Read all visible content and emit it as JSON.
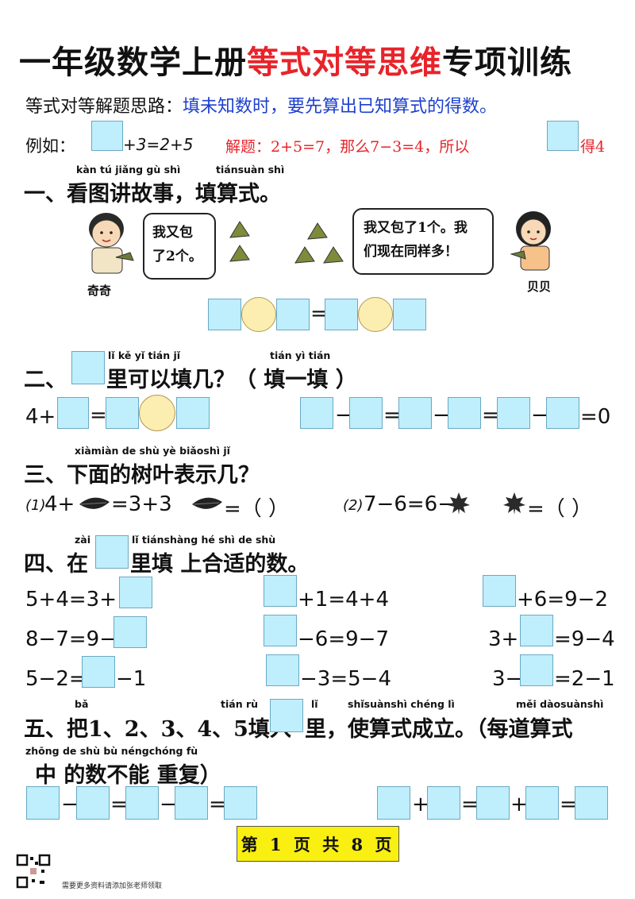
{
  "title": {
    "part1": "一年级数学上册",
    "part2": "等式对等思维",
    "part3": "专项训练"
  },
  "intro": {
    "label": "等式对等解题思路：",
    "text": "填未知数时，要先算出已知算式的得数。"
  },
  "example": {
    "label": "例如：",
    "expr": "+3=2+5",
    "solution_prefix": "解题：2+5=7，那么7−3=4，所以",
    "solution_suffix": "得4"
  },
  "s1": {
    "pinyin1": "kàn tú jiǎng gù shì",
    "pinyin2": "tiánsuàn shì",
    "title": "一、看图讲故事，填算式。",
    "bubble_left_line1": "我又包",
    "bubble_left_line2": "了2个。",
    "bubble_right_line1": "我又包了1个。我",
    "bubble_right_line2": "们现在同样多！",
    "name_left": "奇奇",
    "name_right": "贝贝",
    "eq": "="
  },
  "s2": {
    "pinyin1": "lǐ kě yǐ tián jǐ",
    "pinyin2": "tián yì tián",
    "title_prefix": "二、",
    "title_suffix": "里可以填几？（ 填一填 ）",
    "left_prefix": "4+",
    "eq": "=",
    "minus": "−",
    "right_end": "=0"
  },
  "s3": {
    "pinyin": "xiàmiàn de shù yè biǎoshì jǐ",
    "title": "三、下面的树叶表示几？",
    "p1_label": "(1)",
    "p1_a": "4+",
    "p1_b": "=3+3",
    "p1_q": "=（    ）",
    "p2_label": "(2)",
    "p2_a": "7−6=6−",
    "p2_q": "=（    ）"
  },
  "s4": {
    "pinyin1": "zài",
    "pinyin2": "lǐ tiánshàng hé shì de shù",
    "title_prefix": "四、在",
    "title_suffix": "里填 上合适的数。",
    "c1": [
      {
        "a": "5+4=3+",
        "b": ""
      },
      {
        "a": "8−7=9−",
        "b": ""
      },
      {
        "a": "5−2=",
        "b": "−1"
      }
    ],
    "c2": [
      "+1=4+4",
      "−6=9−7",
      "−3=5−4"
    ],
    "c3": [
      {
        "a": "",
        "b": "+6=9−2"
      },
      {
        "a": "3+",
        "b": "=9−4"
      },
      {
        "a": "3−",
        "b": "=2−1"
      }
    ]
  },
  "s5": {
    "pinyin1": "bǎ",
    "pinyin2": "tián rù",
    "pinyin3": "lǐ",
    "pinyin4": "shǐsuànshì chéng lì",
    "pinyin5": "měi dàosuànshì",
    "pinyin6": "zhōng de shù bù néngchóng fù",
    "title_prefix": "五、把1、2、3、4、5填入",
    "title_suffix": "里，使算式成立。（每道算式",
    "title_line2": "中 的数不能 重复）",
    "minus": "−",
    "plus": "+",
    "eq": "="
  },
  "footer": {
    "page": "第 1 页 共 8 页",
    "note": "需要更多资料请添加张老师领取"
  }
}
